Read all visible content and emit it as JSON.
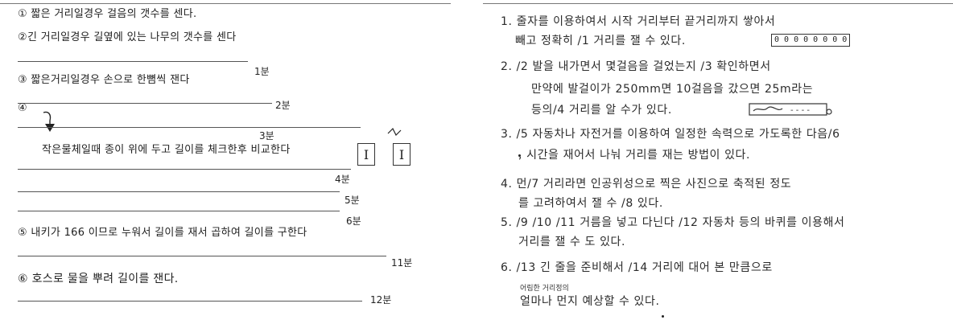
{
  "left": {
    "lines": [
      "① 짧은 거리일경우 걸음의 갯수를 센다.",
      "②긴 거리일경우 길옆에 있는 나무의 갯수를 센다",
      "③ 짧은거리일경우 손으로 한뼘씩 잰다",
      "④",
      "작은물체일때 종이 위에 두고 길이를 체크한후 비교한다",
      "⑤ 내키가 166 이므로 누워서 길이를 재서 곱하여 길이를 구한다",
      "⑥ 호스로 물을 뿌려 길이를 잰다."
    ],
    "margin_notes": [
      "1분",
      "2분",
      "3분",
      "4분",
      "5분",
      "6분",
      "11분",
      "12분"
    ],
    "sketch_labels": [
      "I",
      "I"
    ]
  },
  "right": {
    "lines": [
      "1. 줄자를 이용하여서 시작 거리부터 끝거리까지 쌓아서",
      "빼고 정확히 /1 거리를 잴 수 있다.",
      "2. /2 발을 내가면서 몇걸음을 걸었는지 /3 확인하면서",
      "만약에 발걸이가 250mm면 10걸음을 갔으면 25m라는",
      "등의/4 거리를 알 수가 있다.",
      "3. /5 자동차나 자전거를 이용하여 일정한 속력으로 가도록한 다음/6",
      ", 시간을 재어서 나눠 거리를 재는 방법이 있다.",
      "4. 먼/7 거리라면 인공위성으로 찍은 사진으로 축적된 정도",
      "를 고려하여서 잴 수 /8 있다.",
      "5. /9 /10 /11 거름을 넣고 다닌다 /12 자동차 등의 바퀴를 이용해서",
      "거리를 잴 수 도 있다.",
      "6. /13 긴 줄을 준비해서 /14 거리에 대어 본 만큼으로",
      "얼마나 먼지 예상할 수 있다."
    ],
    "small_note": "어림한 거리정의",
    "ruler_sketch": "0 0 0 0 0 0 0 0"
  }
}
